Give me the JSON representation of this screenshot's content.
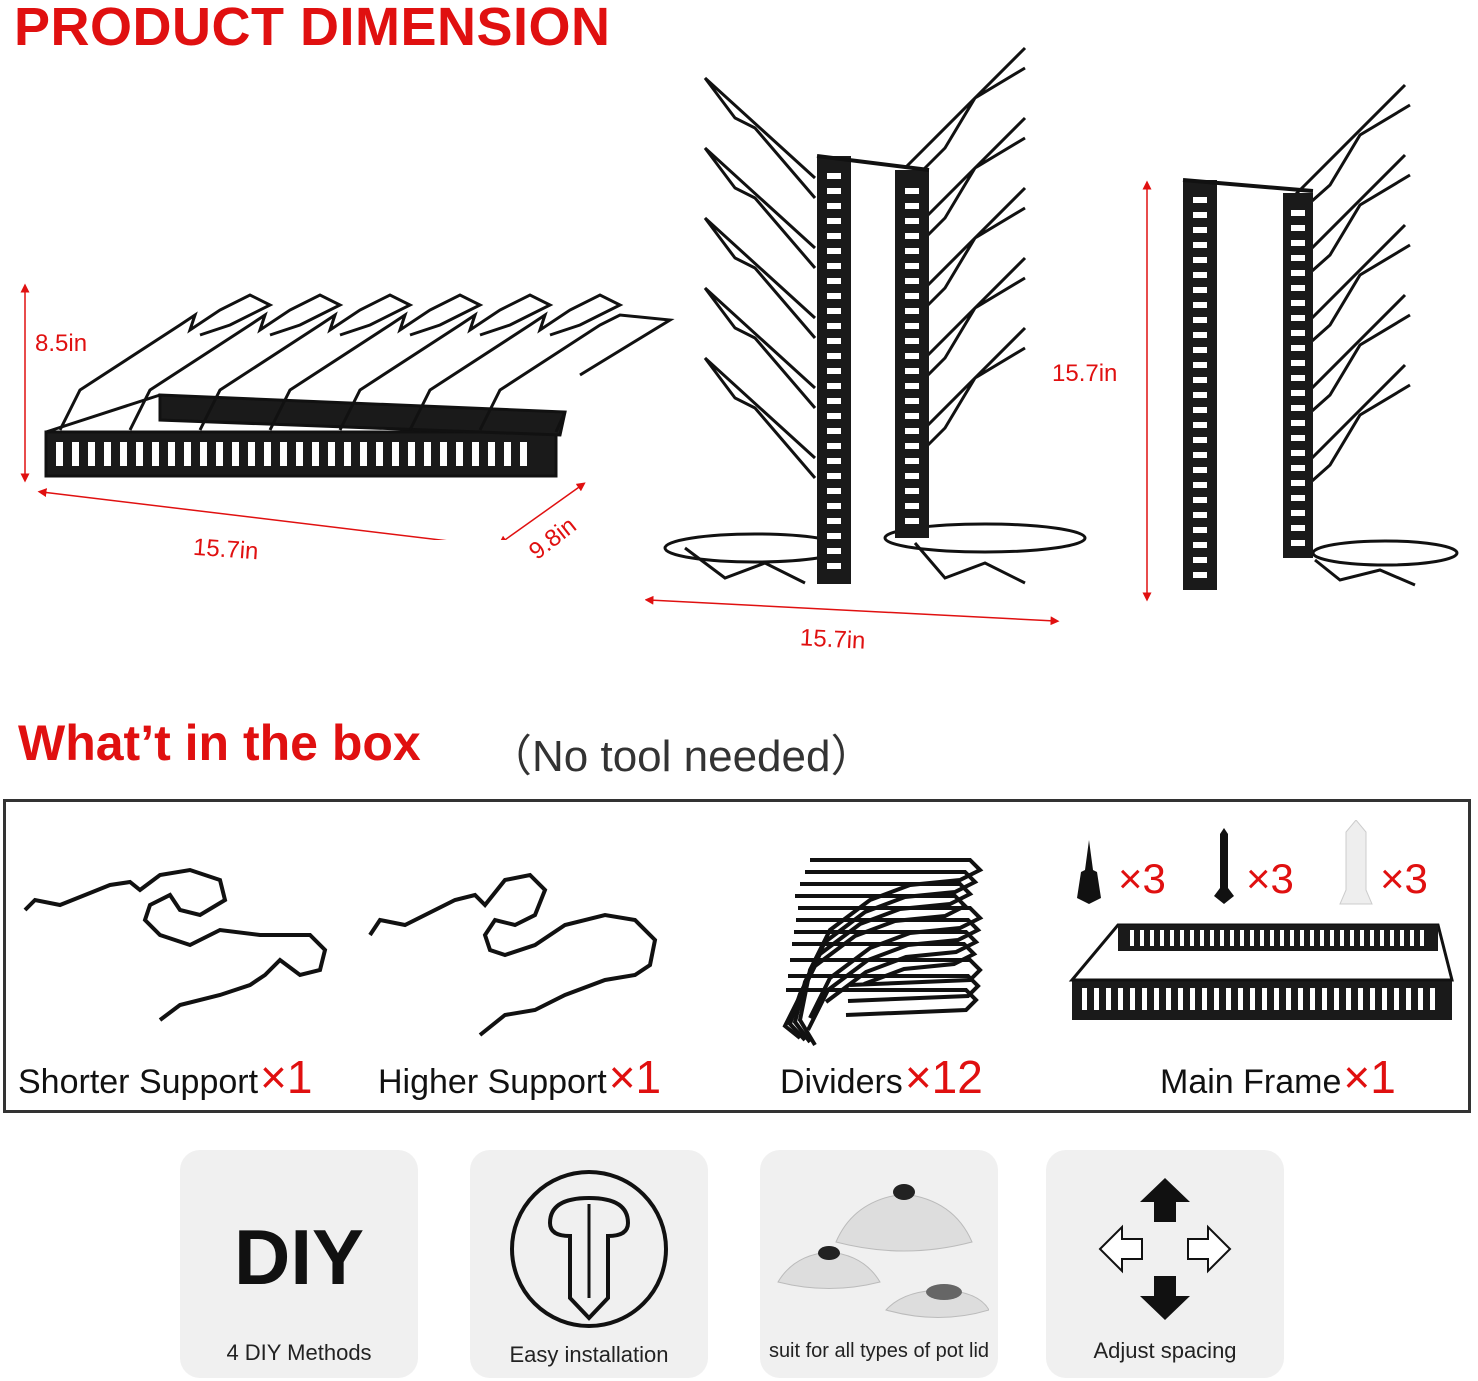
{
  "header": {
    "title": "PRODUCT DIMENSION"
  },
  "dimensions": {
    "horizontal_height": "8.5in",
    "horizontal_length": "15.7in",
    "horizontal_depth": "9.8in",
    "vertical_width": "15.7in",
    "vertical_height": "15.7in"
  },
  "box": {
    "title": "What’t in the box",
    "subtitle": "（No tool needed）",
    "parts": [
      {
        "label": "Shorter Support",
        "qty": "×1"
      },
      {
        "label": "Higher Support",
        "qty": "×1"
      },
      {
        "label": "Dividers",
        "qty": "×12"
      },
      {
        "label": "Main Frame",
        "qty": "×1"
      }
    ],
    "hardware": [
      {
        "name": "screw-short",
        "qty": "×3"
      },
      {
        "name": "screw-long",
        "qty": "×3"
      },
      {
        "name": "wall-anchor",
        "qty": "×3"
      }
    ]
  },
  "features": [
    {
      "icon": "diy-text",
      "icon_text": "DIY",
      "label": "4 DIY Methods"
    },
    {
      "icon": "screw-icon",
      "label": "Easy installation"
    },
    {
      "icon": "pot-lid-icon",
      "label": "suit for all types of pot lid"
    },
    {
      "icon": "arrows-icon",
      "label": "Adjust spacing"
    }
  ],
  "colors": {
    "accent": "#e01010",
    "rack": "#111111"
  }
}
